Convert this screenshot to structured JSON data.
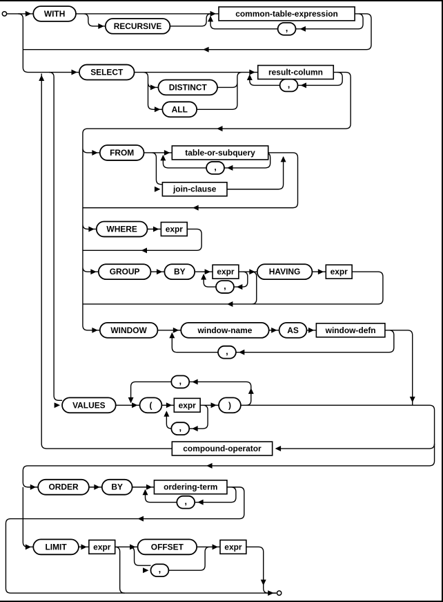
{
  "diagram": {
    "terminals": {
      "with": "WITH",
      "recursive": "RECURSIVE",
      "select": "SELECT",
      "distinct": "DISTINCT",
      "all": "ALL",
      "from": "FROM",
      "where": "WHERE",
      "group": "GROUP",
      "by": "BY",
      "having": "HAVING",
      "window": "WINDOW",
      "as": "AS",
      "values": "VALUES",
      "order": "ORDER",
      "limit": "LIMIT",
      "offset": "OFFSET"
    },
    "punctuation": {
      "comma": ",",
      "lparen": "(",
      "rparen": ")"
    },
    "nonterminals": {
      "common_table_expression": "common-table-expression",
      "result_column": "result-column",
      "table_or_subquery": "table-or-subquery",
      "join_clause": "join-clause",
      "expr": "expr",
      "window_name": "window-name",
      "window_defn": "window-defn",
      "compound_operator": "compound-operator",
      "ordering_term": "ordering-term"
    },
    "colors": {
      "line": "#000000",
      "node_fill": "#ffffff",
      "background": "#ffffff"
    }
  }
}
